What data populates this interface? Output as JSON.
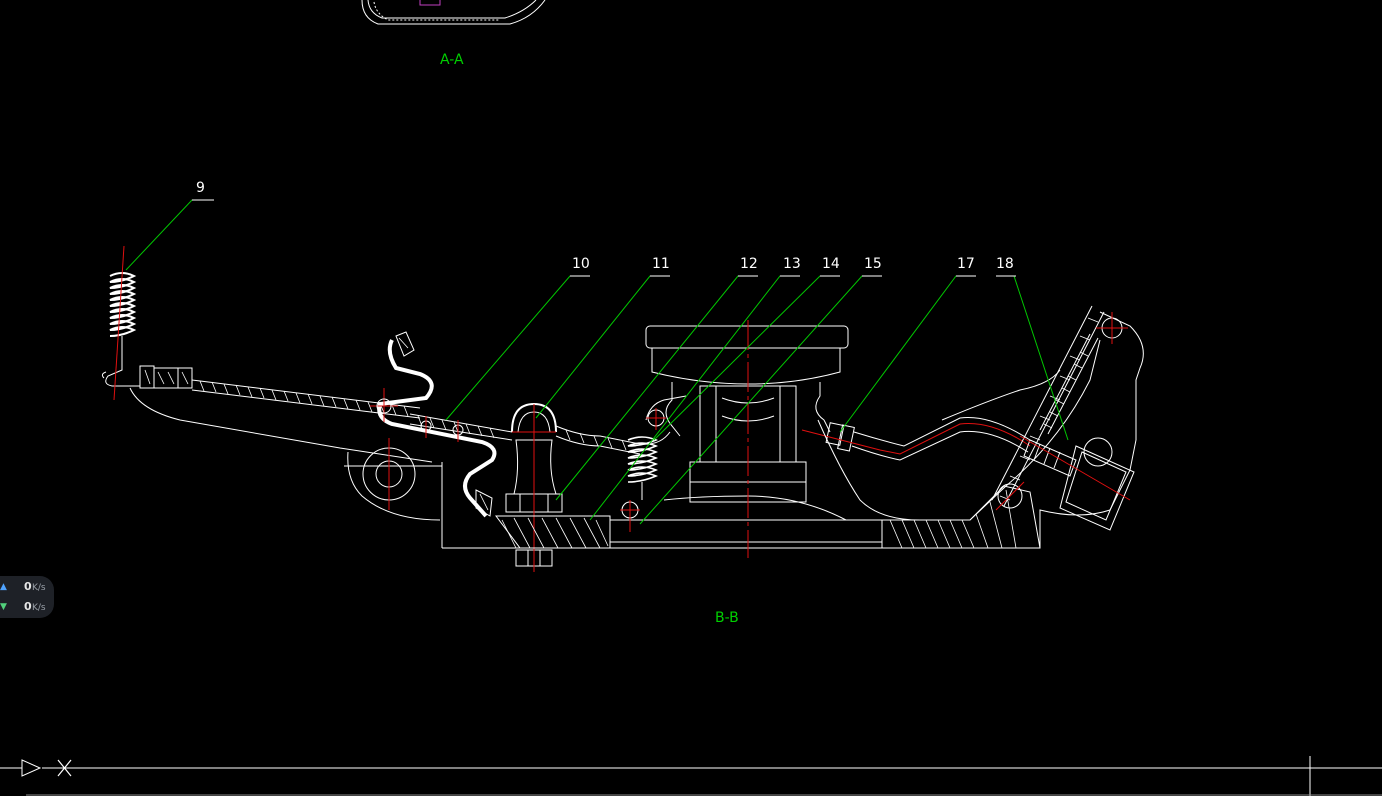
{
  "colors": {
    "background": "#000000",
    "geometry": "#ffffff",
    "leader": "#00c800",
    "center_line": "#e01010",
    "section_label": "#00d000",
    "partial_view_accent": "#c040c0"
  },
  "section_labels": {
    "top": "A-A",
    "main": "B-B"
  },
  "balloons": [
    "9",
    "10",
    "11",
    "12",
    "13",
    "14",
    "15",
    "17",
    "18"
  ],
  "network_widget": {
    "upload_value": "0",
    "upload_unit": "K/s",
    "download_value": "0",
    "download_unit": "K/s",
    "upload_icon": "arrow-up-icon",
    "download_icon": "arrow-down-icon"
  },
  "ucs_icon": "ucs-axis-icon",
  "crosshair_icon": "crosshair-cursor-icon"
}
